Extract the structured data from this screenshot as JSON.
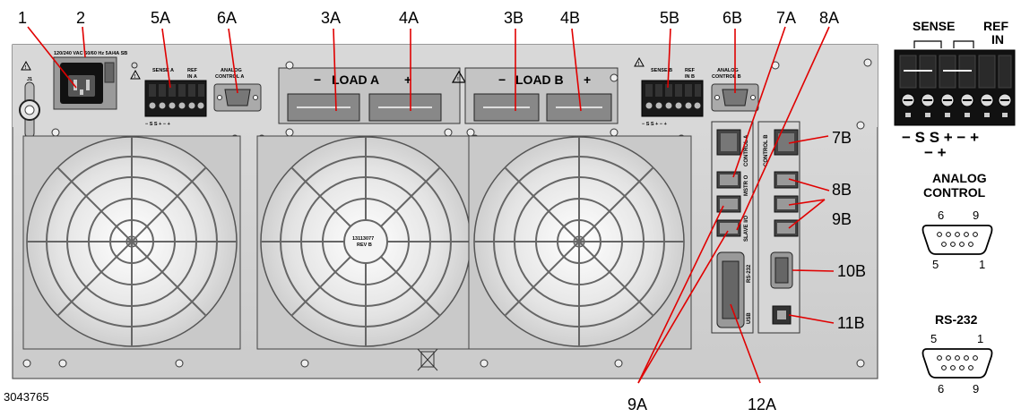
{
  "callouts": {
    "c1": "1",
    "c2": "2",
    "c5a": "5A",
    "c6a": "6A",
    "c3a": "3A",
    "c4a": "4A",
    "c3b": "3B",
    "c4b": "4B",
    "c5b": "5B",
    "c6b": "6B",
    "c7a": "7A",
    "c8a": "8A",
    "c7b": "7B",
    "c8b": "8B",
    "c9b": "9B",
    "c10b": "10B",
    "c11b": "11B",
    "c9a": "9A",
    "c12a": "12A"
  },
  "panel": {
    "power_rating": "120/240 VAC 50/60 Hz 5A/4A SB",
    "j1": "J1",
    "sense_a": "SENSE A",
    "ref_in_a_1": "REF",
    "ref_in_a_2": "IN A",
    "sense_b": "SENSE B",
    "ref_in_b_1": "REF",
    "ref_in_b_2": "IN B",
    "analog_control_a_1": "ANALOG",
    "analog_control_a_2": "CONTROL A",
    "analog_control_b_1": "ANALOG",
    "analog_control_b_2": "CONTROL B",
    "load_a": "LOAD A",
    "load_b": "LOAD B",
    "minus": "−",
    "plus": "+",
    "terminal_marks": "− S  S  +  −  +",
    "part_number_1": "13113077",
    "part_number_2": "REV B",
    "control_a": "CONTROL A",
    "control_b": "CONTROL B",
    "mstr_o": "MSTR O",
    "slave_io": "SLAVE I/O",
    "rs232_vert": "RS-232",
    "usb_vert": "USB"
  },
  "legend": {
    "sense": "SENSE",
    "ref_1": "REF",
    "ref_2": "IN",
    "marks_top": "−  S   S  +  −  +",
    "marks_bottom": "−  +",
    "analog_title_1": "ANALOG",
    "analog_title_2": "CONTROL",
    "analog_pin_6": "6",
    "analog_pin_9": "9",
    "analog_pin_5": "5",
    "analog_pin_1": "1",
    "rs232_title": "RS-232",
    "rs232_pin_5": "5",
    "rs232_pin_1": "1",
    "rs232_pin_6": "6",
    "rs232_pin_9": "9"
  },
  "figure_code": "3043765"
}
